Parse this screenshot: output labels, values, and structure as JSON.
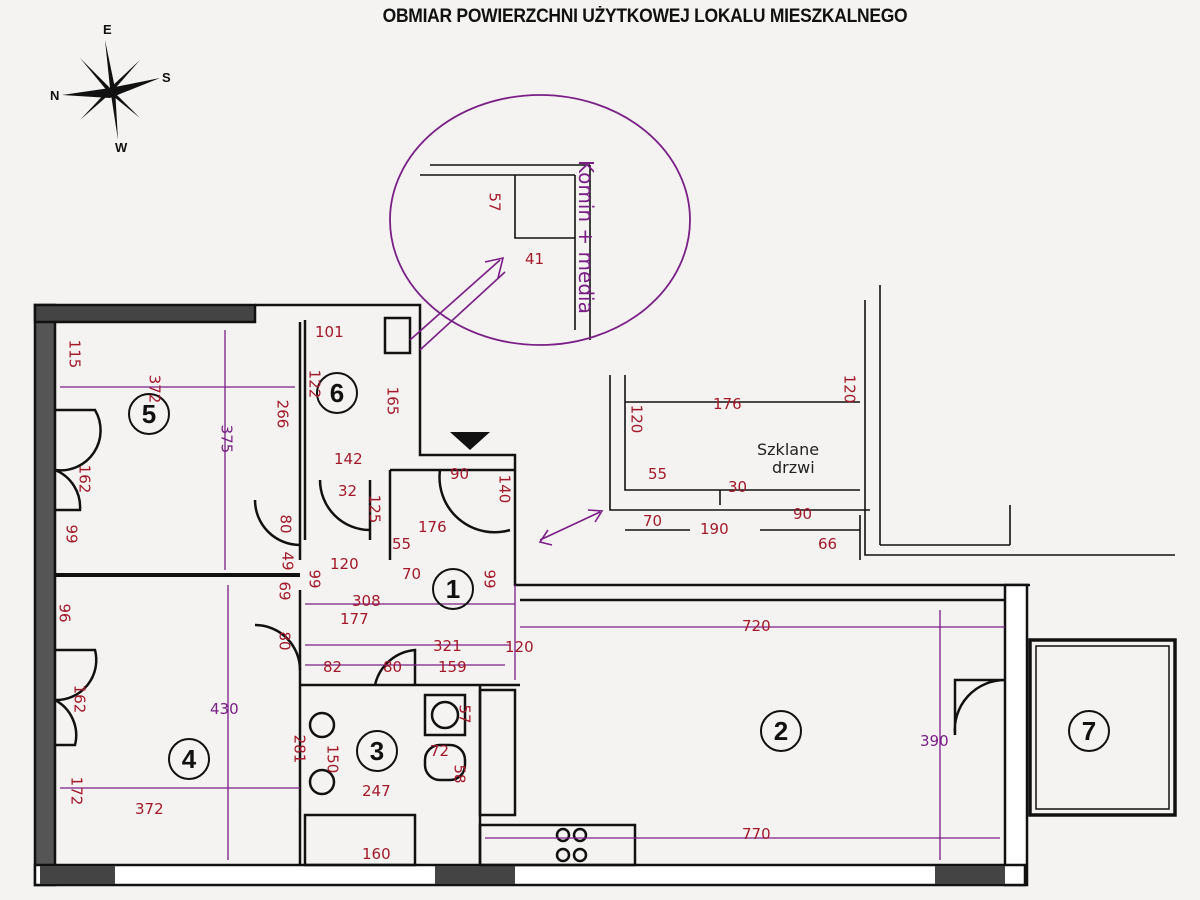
{
  "title": "OBMIAR POWIERZCHNI UŻYTKOWEJ LOKALU MIESZKALNEGO",
  "compass": {
    "n": "N",
    "e": "E",
    "s": "S",
    "w": "W"
  },
  "rooms": [
    "1",
    "2",
    "3",
    "4",
    "5",
    "6",
    "7"
  ],
  "sketch_notes": {
    "chimney": "Komin + media",
    "glass_door_line1": "Szklane",
    "glass_door_line2": "drzwi"
  },
  "dimensions": {
    "r5_115": "115",
    "r5_372": "372",
    "r5_375": "375",
    "r5_266": "266",
    "r5_162": "162",
    "r5_99": "99",
    "r6_101": "101",
    "r6_122": "122",
    "r6_165": "165",
    "r6_142": "142",
    "r6_32": "32",
    "h_80a": "80",
    "h_49": "49",
    "h_125": "125",
    "h_55": "55",
    "h_176": "176",
    "h_90": "90",
    "h_140": "140",
    "h_120": "120",
    "h_70": "70",
    "h_99a": "99",
    "h_99b": "99",
    "h_69": "69",
    "h_308": "308",
    "h_177": "177",
    "h_80b": "80",
    "h_321": "321",
    "h_120b": "120",
    "h_82": "82",
    "h_80c": "80",
    "h_159": "159",
    "r4_96": "96",
    "r4_162": "162",
    "r4_430": "430",
    "r4_172": "172",
    "r4_372": "372",
    "r3_281": "281",
    "r3_150": "150",
    "r3_57": "57",
    "r3_72": "72",
    "r3_58": "58",
    "r3_247": "247",
    "r3_160": "160",
    "r2_720": "720",
    "r2_390": "390",
    "r2_770": "770",
    "sk_57": "57",
    "sk_41": "41",
    "ax_176": "176",
    "ax_120a": "120",
    "ax_120b": "120",
    "ax_55": "55",
    "ax_30": "30",
    "ax_70": "70",
    "ax_190": "190",
    "ax_90": "90",
    "ax_66": "66"
  },
  "colors": {
    "ink": "#111111",
    "dim": "#a3182a",
    "sketch": "#7a1f86",
    "paper": "#f4f3f1"
  }
}
